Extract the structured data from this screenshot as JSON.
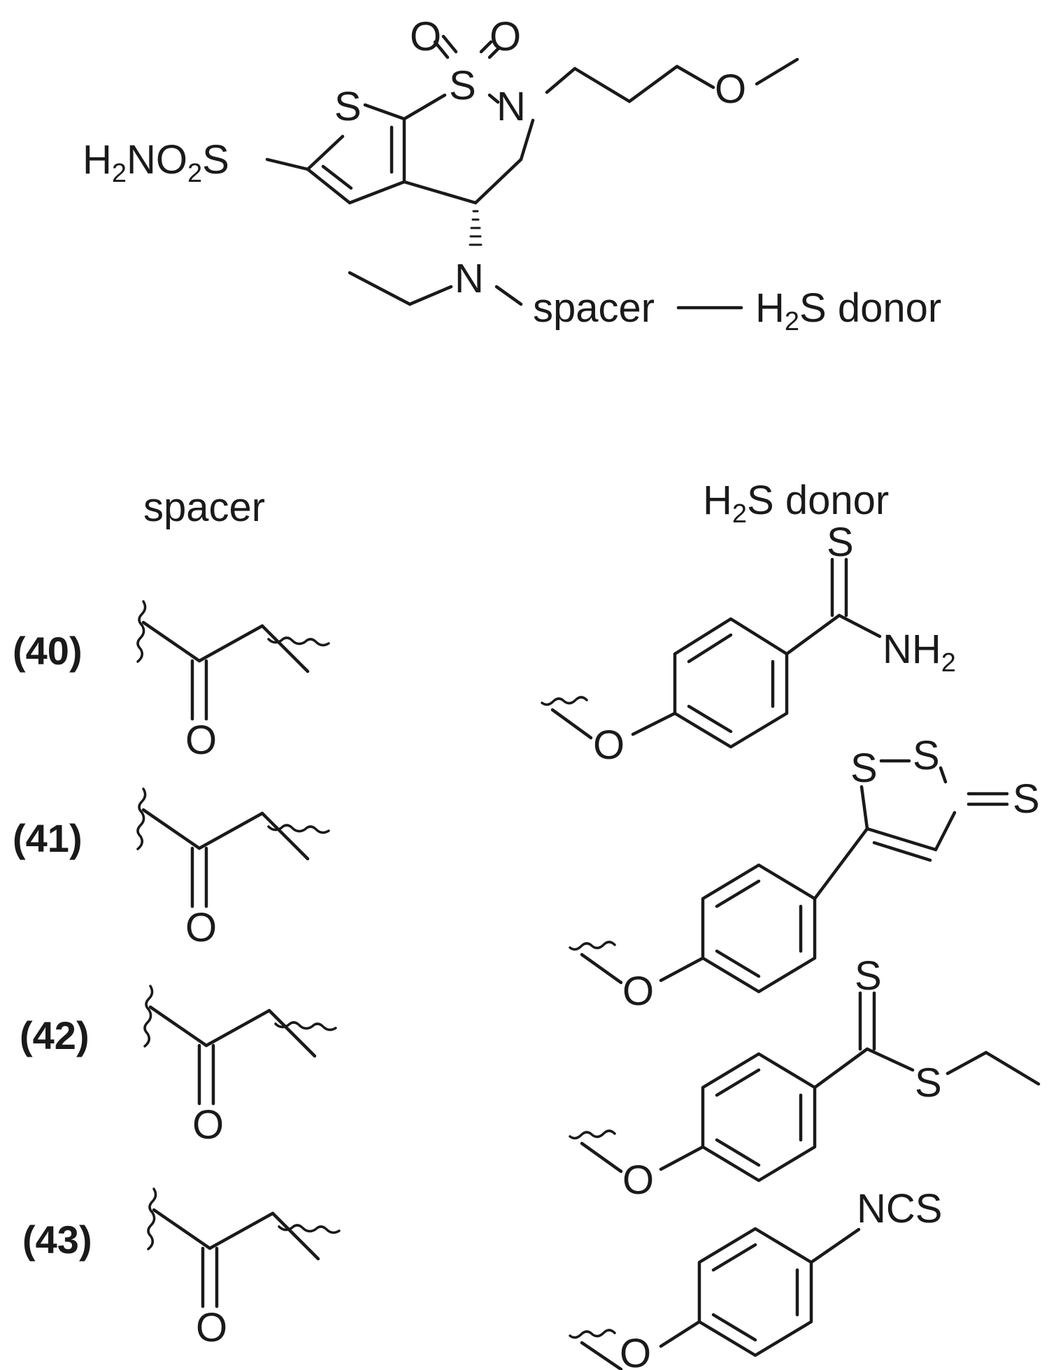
{
  "core": {
    "sulfonyl_O_left": "O",
    "sulfonyl_O_right": "O",
    "ring_S_sulfonyl": "S",
    "ring_N": "N",
    "thiophene_S": "S",
    "chain_O": "O",
    "sulfonamide": {
      "part1": "H",
      "sub1": "2",
      "part2": "NO",
      "sub2": "2",
      "part3": "S"
    },
    "amine_N": "N",
    "linker": {
      "spacer_word": "spacer",
      "donor_main": "H",
      "donor_sub": "2",
      "donor_rest": "S donor"
    }
  },
  "headers": {
    "spacer": "spacer",
    "donor_main": "H",
    "donor_sub": "2",
    "donor_rest": "S donor"
  },
  "compounds": [
    {
      "label": "(40)",
      "spacer_O": "O"
    },
    {
      "label": "(41)",
      "spacer_O": "O"
    },
    {
      "label": "(42)",
      "spacer_O": "O"
    },
    {
      "label": "(43)",
      "spacer_O": "O"
    }
  ],
  "donors": {
    "d40": {
      "thione_S": "S",
      "amine_N": "NH",
      "amine_sub": "2",
      "ether_O": "O"
    },
    "d41": {
      "ring_S1": "S",
      "ring_S2": "S",
      "exo_S": "S",
      "ether_O": "O"
    },
    "d42": {
      "thione_S": "S",
      "thioester_S": "S",
      "ether_O": "O"
    },
    "d43": {
      "ncs": "NCS",
      "ether_O": "O"
    }
  }
}
